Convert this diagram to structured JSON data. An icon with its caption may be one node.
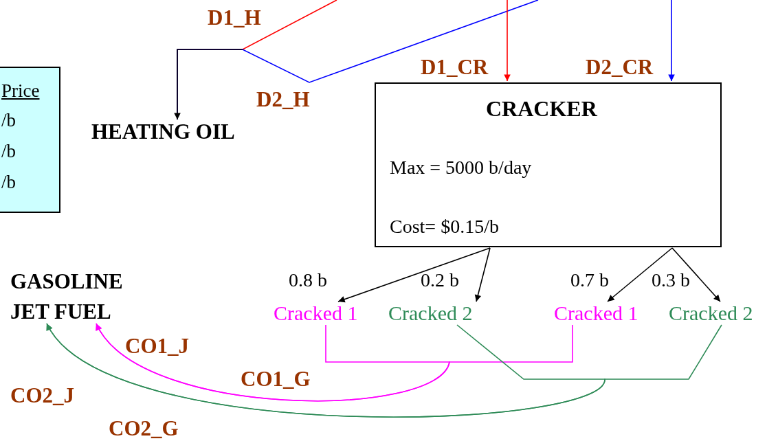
{
  "diagram": {
    "nodes": [
      {
        "text": [
          "Price",
          "/b",
          "/b",
          "/b"
        ]
      },
      {
        "text": [
          "HEATING OIL"
        ]
      },
      {
        "text": [
          "CRACKER",
          "Max = 5000 b/day",
          "Cost= $0.15/b"
        ]
      },
      {
        "text": [
          "Cracked 1"
        ]
      },
      {
        "text": [
          "Cracked 2"
        ]
      },
      {
        "text": [
          "Cracked 1"
        ]
      },
      {
        "text": [
          "Cracked 2"
        ]
      },
      {
        "text": [
          "GASOLINE"
        ]
      },
      {
        "text": [
          "JET FUEL"
        ]
      }
    ],
    "edges": [
      {
        "from": null,
        "to": 1,
        "arrow": "to",
        "label": "D1_H",
        "color": "#ff0000"
      },
      {
        "from": null,
        "to": 1,
        "arrow": "to",
        "label": "D2_H",
        "color": "#0000ff"
      },
      {
        "from": null,
        "to": 2,
        "arrow": "to",
        "label": "D1_CR",
        "color": "#ff0000"
      },
      {
        "from": null,
        "to": 2,
        "arrow": "to",
        "label": "D2_CR",
        "color": "#0000ff"
      },
      {
        "from": 2,
        "to": 3,
        "arrow": "to",
        "label": "0.8 b"
      },
      {
        "from": 2,
        "to": 4,
        "arrow": "to",
        "label": "0.2 b"
      },
      {
        "from": 2,
        "to": 5,
        "arrow": "to",
        "label": "0.7 b"
      },
      {
        "from": 2,
        "to": 6,
        "arrow": "to",
        "label": "0.3 b"
      },
      {
        "from": 3,
        "to": 8,
        "arrow": "to",
        "label": "CO1_J",
        "color": "#ff00ff"
      },
      {
        "from": 5,
        "to": 8,
        "arrow": "to",
        "color": "#ff00ff"
      },
      {
        "from": 4,
        "to": 8,
        "arrow": "to",
        "label": "CO2_J",
        "color": "#2e8b57"
      },
      {
        "from": 6,
        "to": 8,
        "arrow": "to",
        "color": "#2e8b57"
      }
    ],
    "labels": [
      "CO1_G",
      "CO2_G"
    ]
  }
}
